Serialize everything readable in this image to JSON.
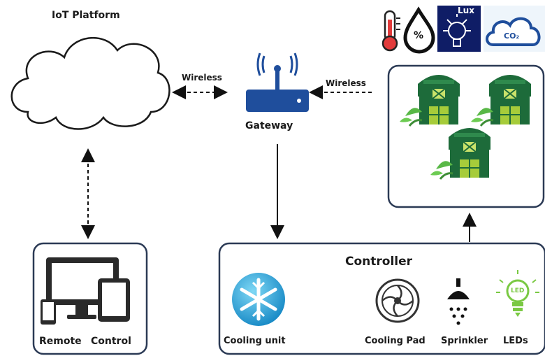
{
  "cloud": {
    "title": "IoT Platform",
    "icon": "cloud-icon"
  },
  "links": {
    "cloud_gateway": "Wireless",
    "gateway_farm": "Wireless"
  },
  "gateway": {
    "label": "Gateway",
    "icon": "router-icon"
  },
  "sensors": [
    {
      "name": "thermometer-icon"
    },
    {
      "name": "humidity-drop-icon",
      "text": "%"
    },
    {
      "name": "lux-bulb-icon",
      "text": "Lux"
    },
    {
      "name": "co2-cloud-icon",
      "text": "CO₂"
    }
  ],
  "farm": {
    "icon": "greenhouse-icon"
  },
  "remote": {
    "label_a": "Remote",
    "label_b": "Control",
    "icon": "devices-icon"
  },
  "controller": {
    "title": "Controller",
    "actuators": [
      {
        "label": "Cooling unit",
        "icon": "snowflake-icon"
      },
      {
        "label": "Cooling Pad",
        "icon": "fan-icon"
      },
      {
        "label": "Sprinkler",
        "icon": "sprinkler-icon"
      },
      {
        "label": "LEDs",
        "icon": "led-bulb-icon",
        "icon_text": "LED"
      }
    ]
  },
  "colors": {
    "frame": "#2b3a55",
    "router": "#1f4e9c",
    "barn": "#1d6b3a",
    "barn_door": "#a6cc3a",
    "cooling": "#1aa3d9",
    "led": "#7ac943",
    "thermo": "#e23b3b"
  }
}
